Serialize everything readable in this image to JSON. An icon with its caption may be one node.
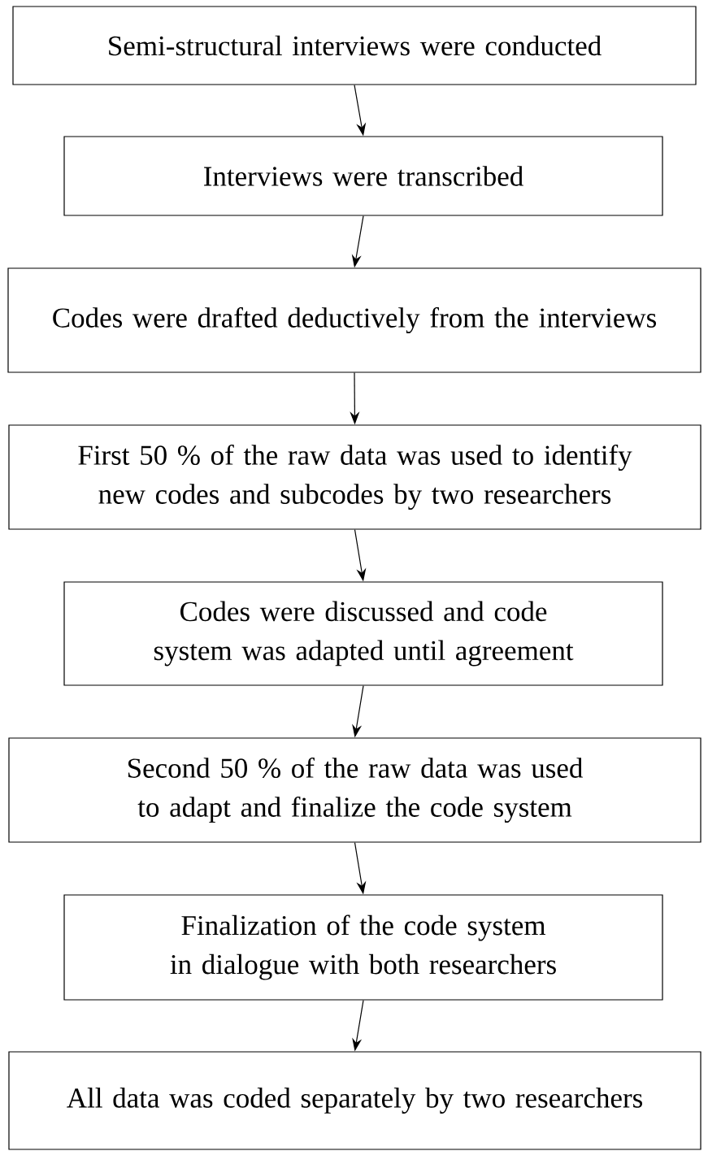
{
  "diagram": {
    "nodes": [
      {
        "text": [
          "Semi-structural interviews were conducted"
        ]
      },
      {
        "text": [
          "Interviews were transcribed"
        ]
      },
      {
        "text": [
          "Codes were drafted deductively from the interviews"
        ]
      },
      {
        "text": [
          "First 50 % of the raw data was used to identify new codes and subcodes by two researchers"
        ]
      },
      {
        "text": [
          "Codes were discussed and code system was adapted until agreement"
        ]
      },
      {
        "text": [
          "Second 50 % of the raw data was used to adapt and finalize the code system"
        ]
      },
      {
        "text": [
          "Finalization of the code system in dialogue with both researchers"
        ]
      },
      {
        "text": [
          "All data was coded separately by two researchers"
        ]
      }
    ],
    "edges": [
      {
        "from": 0,
        "to": 1,
        "arrow": "to"
      },
      {
        "from": 1,
        "to": 2,
        "arrow": "to"
      },
      {
        "from": 2,
        "to": 3,
        "arrow": "to"
      },
      {
        "from": 3,
        "to": 4,
        "arrow": "to"
      },
      {
        "from": 4,
        "to": 5,
        "arrow": "to"
      },
      {
        "from": 5,
        "to": 6,
        "arrow": "to"
      },
      {
        "from": 6,
        "to": 7,
        "arrow": "to"
      }
    ]
  }
}
